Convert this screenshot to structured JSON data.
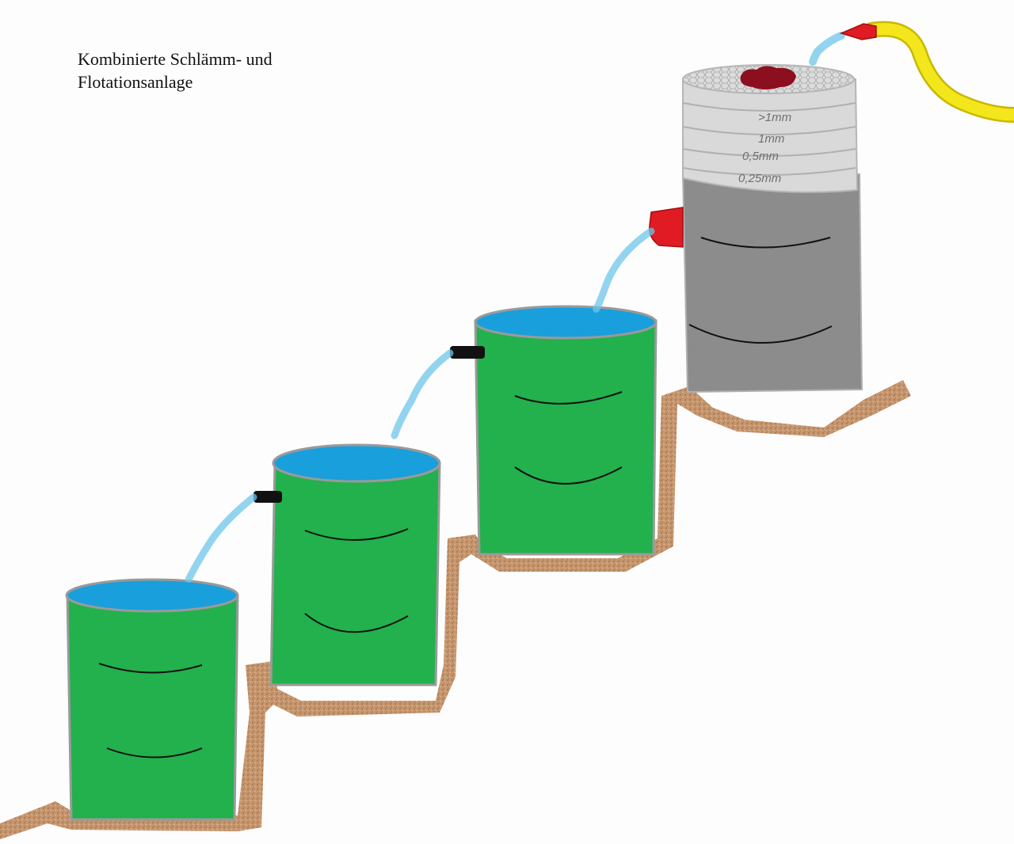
{
  "title": {
    "line1": "Kombinierte Schlämm- und",
    "line2": "Flotationsanlage"
  },
  "sieve_labels": [
    ">1mm",
    "1mm",
    "0,5mm",
    "0,25mm"
  ],
  "colors": {
    "barrel_green": "#22b14c",
    "water_blue": "#199fdc",
    "sieve_barrel_gray": "#8c8c8c",
    "sieve_light": "#d9d9d9",
    "ground_brown": "#b77a4e",
    "hose_yellow": "#f4e61c",
    "nozzle_red": "#e01b24",
    "sample_red": "#8b0f1f",
    "outlet_black": "#111111"
  }
}
